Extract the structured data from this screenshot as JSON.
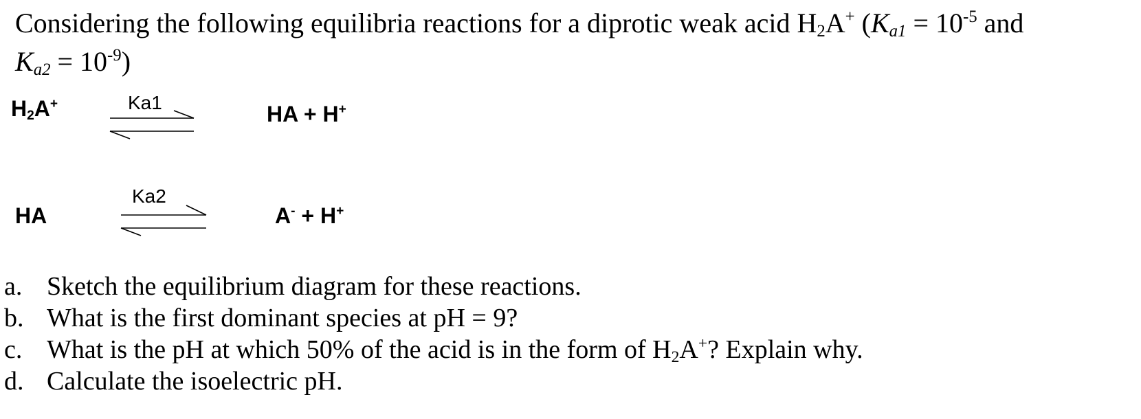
{
  "intro": {
    "part1": "Considering the following equilibria reactions for a diprotic weak acid H",
    "sub2": "2",
    "partA": "A",
    "sup_plus": "+",
    "part2": " (",
    "ka1_K": "K",
    "ka1_sub": "a1",
    "ka1_eq": " = 10",
    "ka1_exp": "-5",
    "part3": " and",
    "ka2_K": "K",
    "ka2_sub": "a2",
    "ka2_eq": " = 10",
    "ka2_exp": "-9",
    "part4": ")"
  },
  "reactions": [
    {
      "reactant_main": "H",
      "reactant_sub": "2",
      "reactant_rest": "A",
      "reactant_sup": "+",
      "k_label": "Ka1",
      "product_main": "HA + H",
      "product_sup": "+"
    },
    {
      "reactant_main": "HA",
      "k_label": "Ka2",
      "product_a": "A",
      "product_a_sup": "-",
      "product_rest": " + H",
      "product_sup": "+"
    }
  ],
  "questions": [
    {
      "marker": "a.",
      "text": "Sketch the equilibrium diagram for these reactions."
    },
    {
      "marker": "b.",
      "text": "What is the first dominant species at pH = 9?"
    },
    {
      "marker": "c.",
      "text_before": "What is the pH at which 50% of the acid is in the form of H",
      "sub": "2",
      "mid": "A",
      "sup": "+",
      "text_after": "? Explain why."
    },
    {
      "marker": "d.",
      "text": "Calculate the isoelectric pH."
    }
  ]
}
